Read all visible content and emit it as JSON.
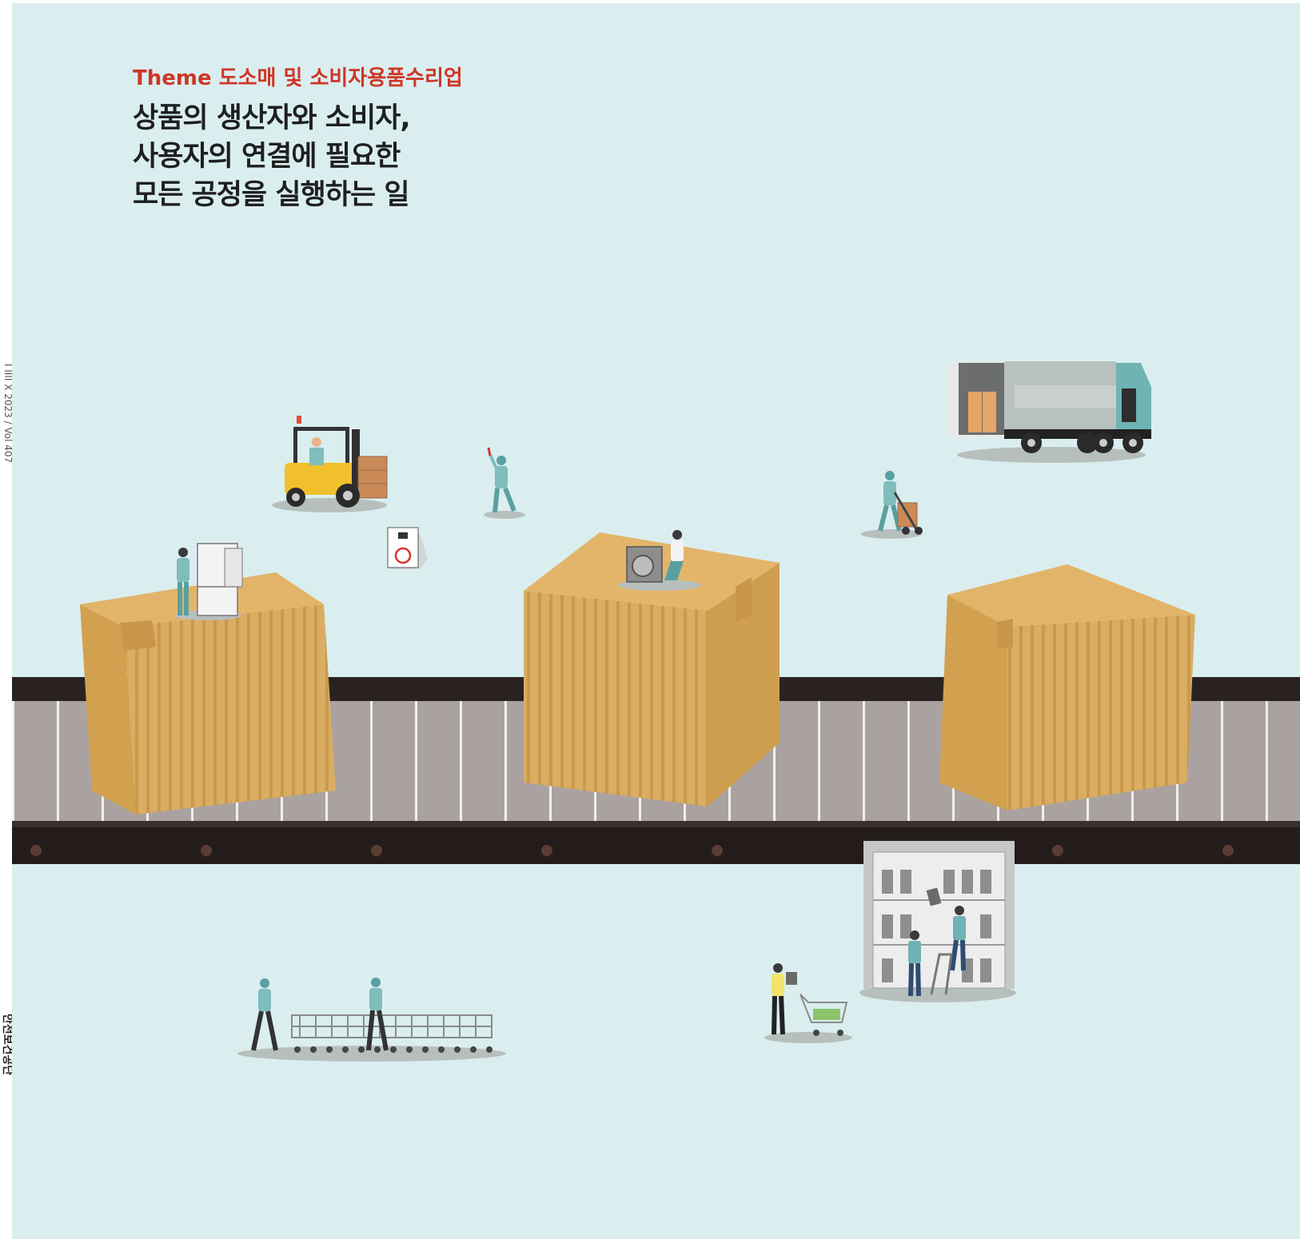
{
  "theme_label": "Theme 도소매 및 소비자용품수리업",
  "headline": [
    "상품의 생산자와 소비자,",
    "사용자의 연결에 필요한",
    "모든 공정을 실행하는 일"
  ],
  "spine_text": "I IIII X 2023 / Vol 407",
  "publisher_logo_text": "안전보건공단",
  "colors": {
    "background": "#daeef0",
    "theme_accent": "#cf3626",
    "headline_text": "#1f1f1f",
    "cardboard": "#d8ab5e",
    "conveyor_belt": "#a99f9d",
    "worker_uniform": "#6fb3b3"
  },
  "illustrations": [
    "forklift-with-driver",
    "worker-with-baton",
    "speed-limit-sign",
    "delivery-truck-with-boxes",
    "worker-with-hand-truck",
    "worker-with-refrigerator",
    "worker-with-washing-machine",
    "conveyor-belt",
    "shopping-cart-collectors",
    "shopper-with-cart",
    "warehouse-shelf-workers"
  ]
}
